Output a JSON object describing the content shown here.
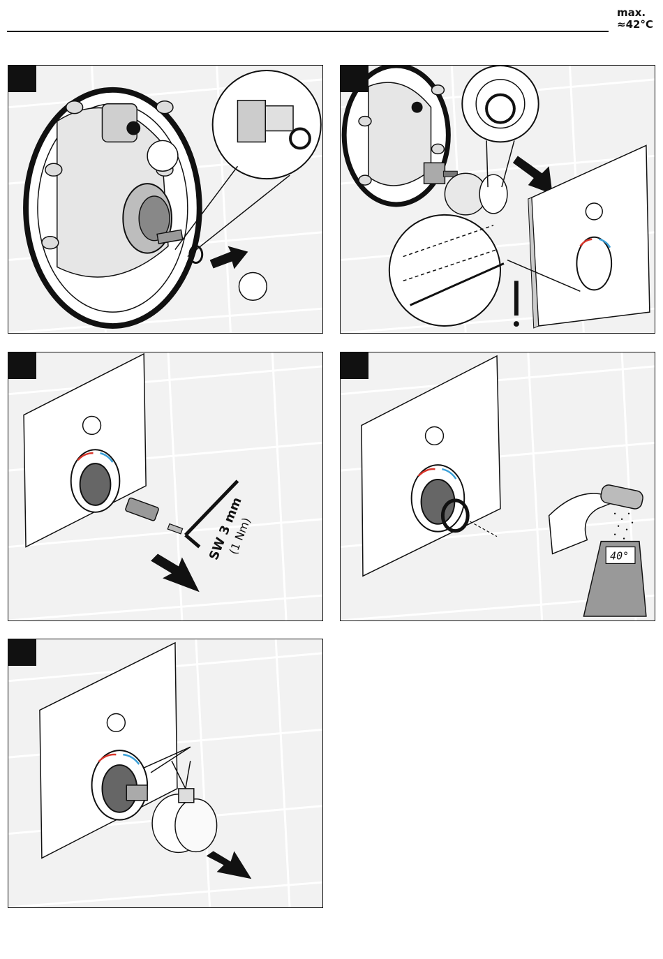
{
  "header": {
    "max_label": "max.",
    "temp_label": "≈42°C"
  },
  "panels": [
    {
      "step": ""
    },
    {
      "step": ""
    },
    {
      "step": "",
      "tool_label": "SW 3 mm",
      "torque_label": "(1 Nm)"
    },
    {
      "step": "",
      "display_value": "40°"
    },
    {
      "step": ""
    }
  ],
  "colors": {
    "frame": "#111111",
    "tile_grout": "#ffffff",
    "tile": "#ececec",
    "hot": "#d9362b",
    "cold": "#3aa0d8"
  }
}
